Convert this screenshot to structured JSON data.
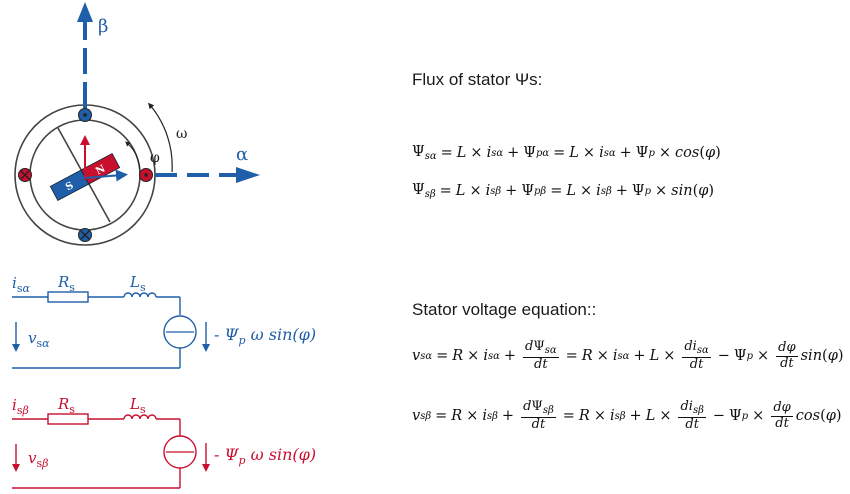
{
  "colors": {
    "blue": "#1f5ea8",
    "red": "#c8102e",
    "grey": "#555555"
  },
  "motor": {
    "alpha_label": "α",
    "beta_label": "β",
    "omega_label": "ω",
    "phi_label": "φ",
    "magnet_s": "S",
    "magnet_n": "N"
  },
  "circuit_alpha": {
    "current": "isα",
    "resistor": "Rs",
    "inductor": "Ls",
    "voltage": "vsα",
    "emf": "- Ψp ω sin(φ)"
  },
  "circuit_beta": {
    "current": "isβ",
    "resistor": "Rs",
    "inductor": "Ls",
    "voltage": "vsβ",
    "emf": "- Ψp ω sin(φ)"
  },
  "flux": {
    "heading": "Flux of stator Ψs:",
    "eq1": "Ψsα = L × isα +Ψpα = L × isα +Ψp × cos(φ)",
    "eq2": "Ψsβ = L × isβ +Ψpβ = L × isβ +Ψp × sin(φ)"
  },
  "voltage": {
    "heading": "Stator voltage equation::",
    "eq1": "vsα = R × isα + dΨsα/dt = R × isα +L × disα/dt − Ψp × dφ/dt sin(φ)",
    "eq2": "vsβ = R × isβ + dΨsβ/dt = R × isβ +L × disβ/dt − Ψp × dφ/dt cos(φ)"
  }
}
